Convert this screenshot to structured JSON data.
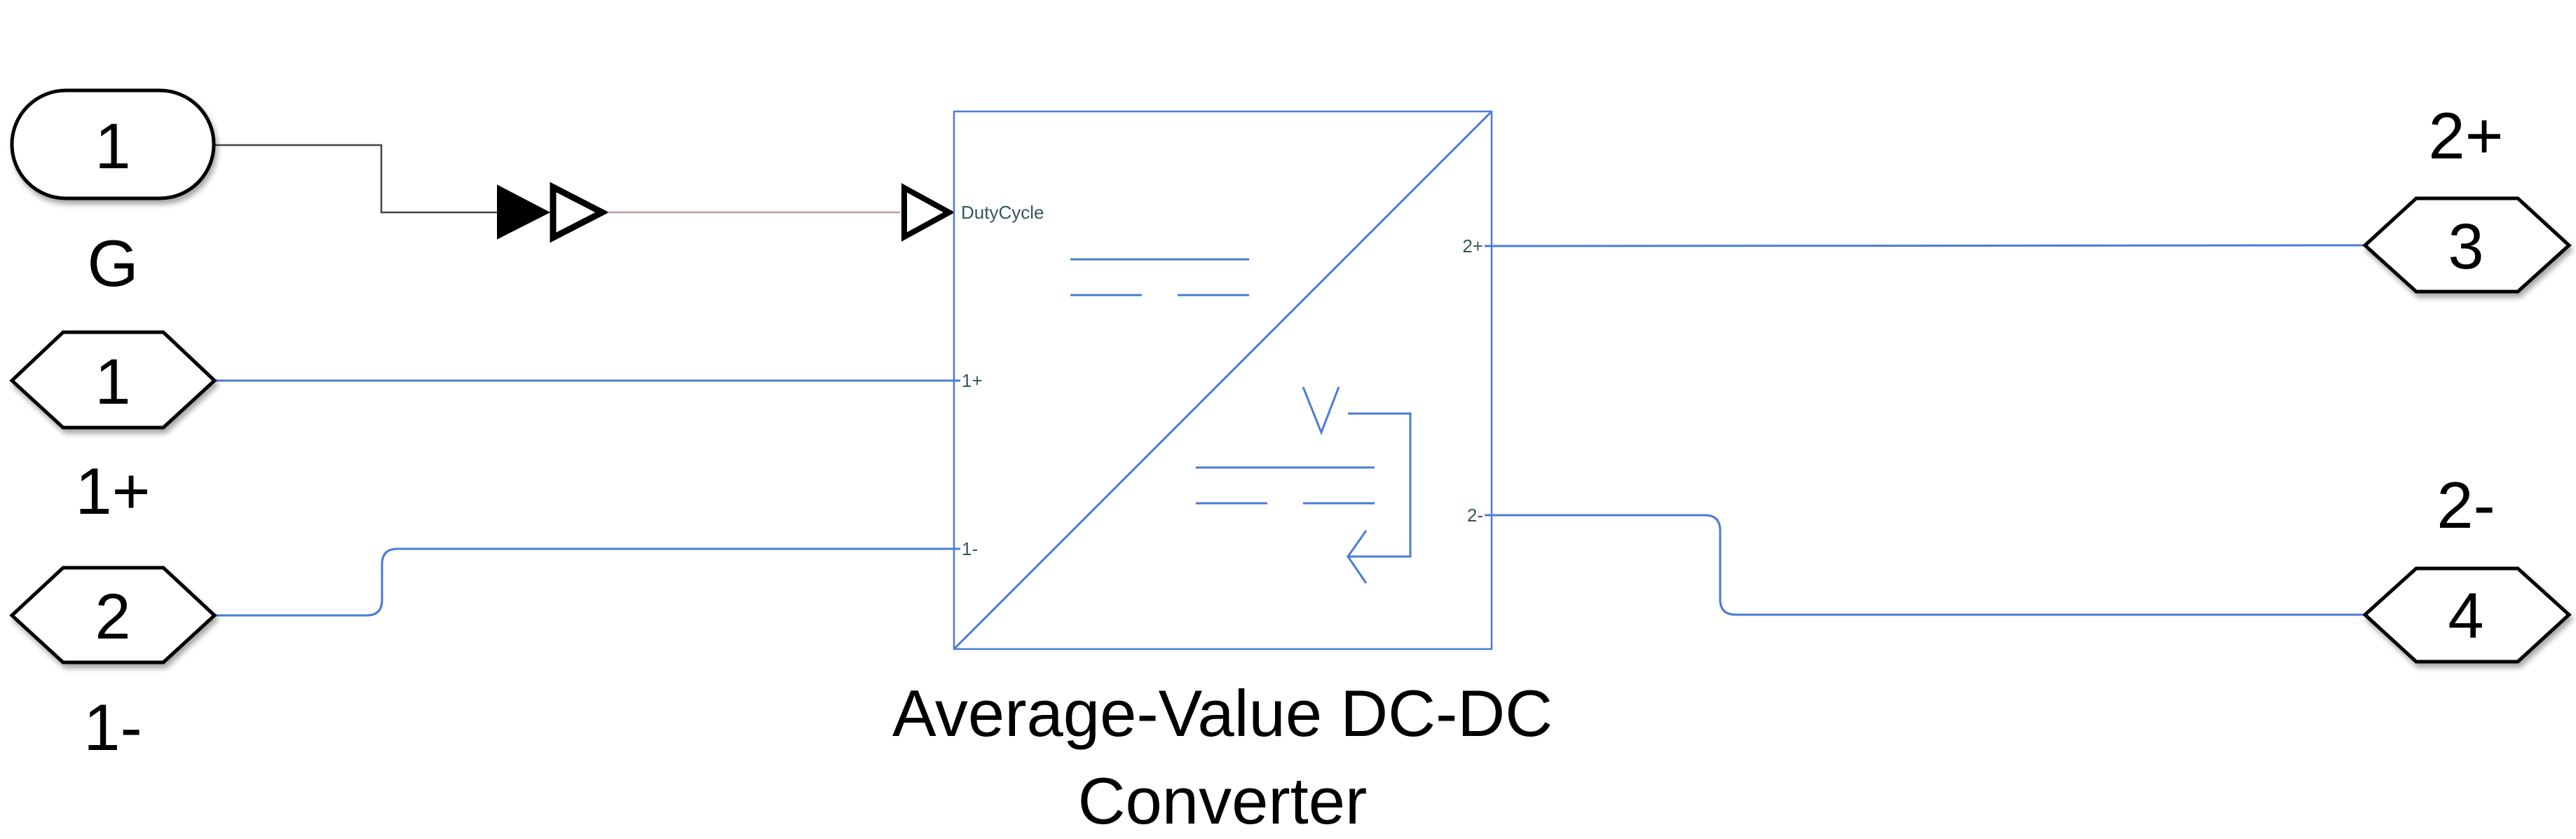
{
  "diagram": {
    "type": "Simulink subsystem (Simscape Electrical)",
    "colors": {
      "background": "#ffffff",
      "physical_connection": "#4a7bd8",
      "signal_line": "#444444",
      "ps_line": "#c99a9a",
      "block_stroke": "#4a7bd8",
      "port_label": "#37575a",
      "port_block_stroke": "#000000"
    },
    "inport": {
      "number": "1",
      "name": "G",
      "icon": "inport-rounded-icon"
    },
    "converter_block": {
      "name_line1": "Average-Value DC-DC",
      "name_line2": "Converter",
      "icon": "dc-dc-converter-icon",
      "ports": {
        "duty_cycle": "DutyCycle",
        "in_pos": "1+",
        "in_neg": "1-",
        "out_pos": "2+",
        "out_neg": "2-"
      }
    },
    "conversion_icon": "simulink-ps-converter-icon",
    "connection_ports": [
      {
        "number": "1",
        "name": "1+",
        "side": "left"
      },
      {
        "number": "2",
        "name": "1-",
        "side": "left"
      },
      {
        "number": "3",
        "name": "2+",
        "side": "right"
      },
      {
        "number": "4",
        "name": "2-",
        "side": "right"
      }
    ]
  }
}
